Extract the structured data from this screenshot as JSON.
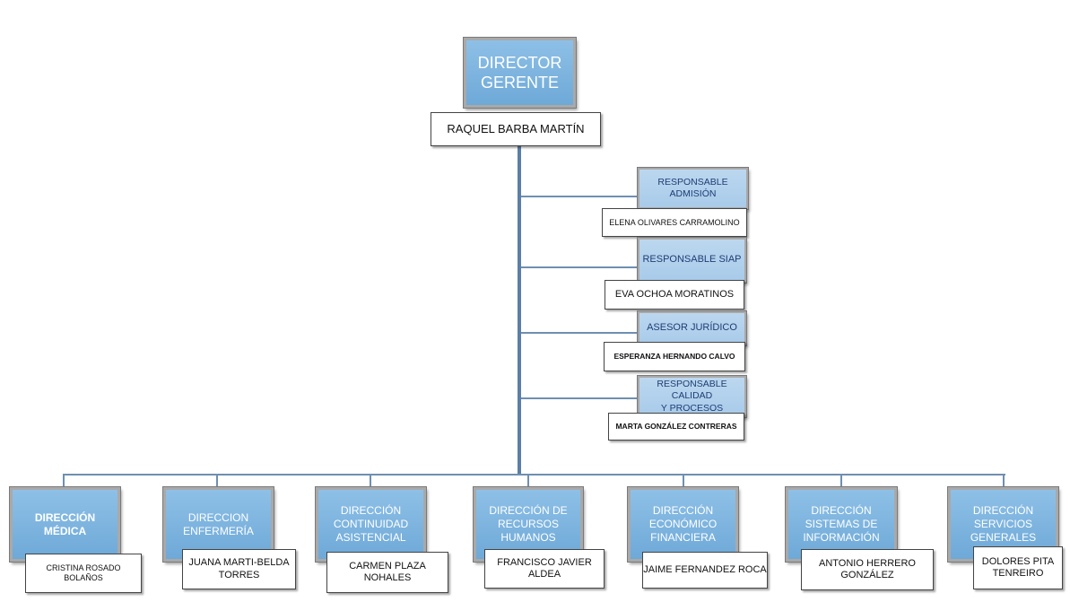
{
  "director": {
    "role": "DIRECTOR\nGERENTE",
    "name": "RAQUEL BARBA MARTÍN"
  },
  "staff": [
    {
      "role": "RESPONSABLE ADMISIÓN",
      "name": "ELENA OLIVARES CARRAMOLINO"
    },
    {
      "role": "RESPONSABLE SIAP",
      "name": "EVA OCHOA MORATINOS"
    },
    {
      "role": "ASESOR JURÍDICO",
      "name": "ESPERANZA HERNANDO CALVO"
    },
    {
      "role": "RESPONSABLE CALIDAD\nY PROCESOS",
      "name": "MARTA GONZÁLEZ CONTRERAS"
    }
  ],
  "directorates": [
    {
      "role": "DIRECCIÓN\nMÉDICA",
      "name": "CRISTINA ROSADO BOLAÑOS"
    },
    {
      "role": "DIRECCION\nENFERMERÍA",
      "name": "JUANA MARTI-BELDA\nTORRES"
    },
    {
      "role": "DIRECCIÓN\nCONTINUIDAD\nASISTENCIAL",
      "name": "CARMEN PLAZA\nNOHALES"
    },
    {
      "role": "DIRECCIÓN DE\nRECURSOS\nHUMANOS",
      "name": "FRANCISCO JAVIER\nALDEA"
    },
    {
      "role": "DIRECCIÓN\nECONÓMICO\nFINANCIERA",
      "name": "JAIME FERNANDEZ ROCA"
    },
    {
      "role": "DIRECCIÓN\nSISTEMAS DE\nINFORMACIÓN",
      "name": "ANTONIO HERRERO\nGONZÁLEZ"
    },
    {
      "role": "DIRECCIÓN\nSERVICIOS\nGENERALES",
      "name": "DOLORES PITA\nTENREIRO"
    }
  ]
}
